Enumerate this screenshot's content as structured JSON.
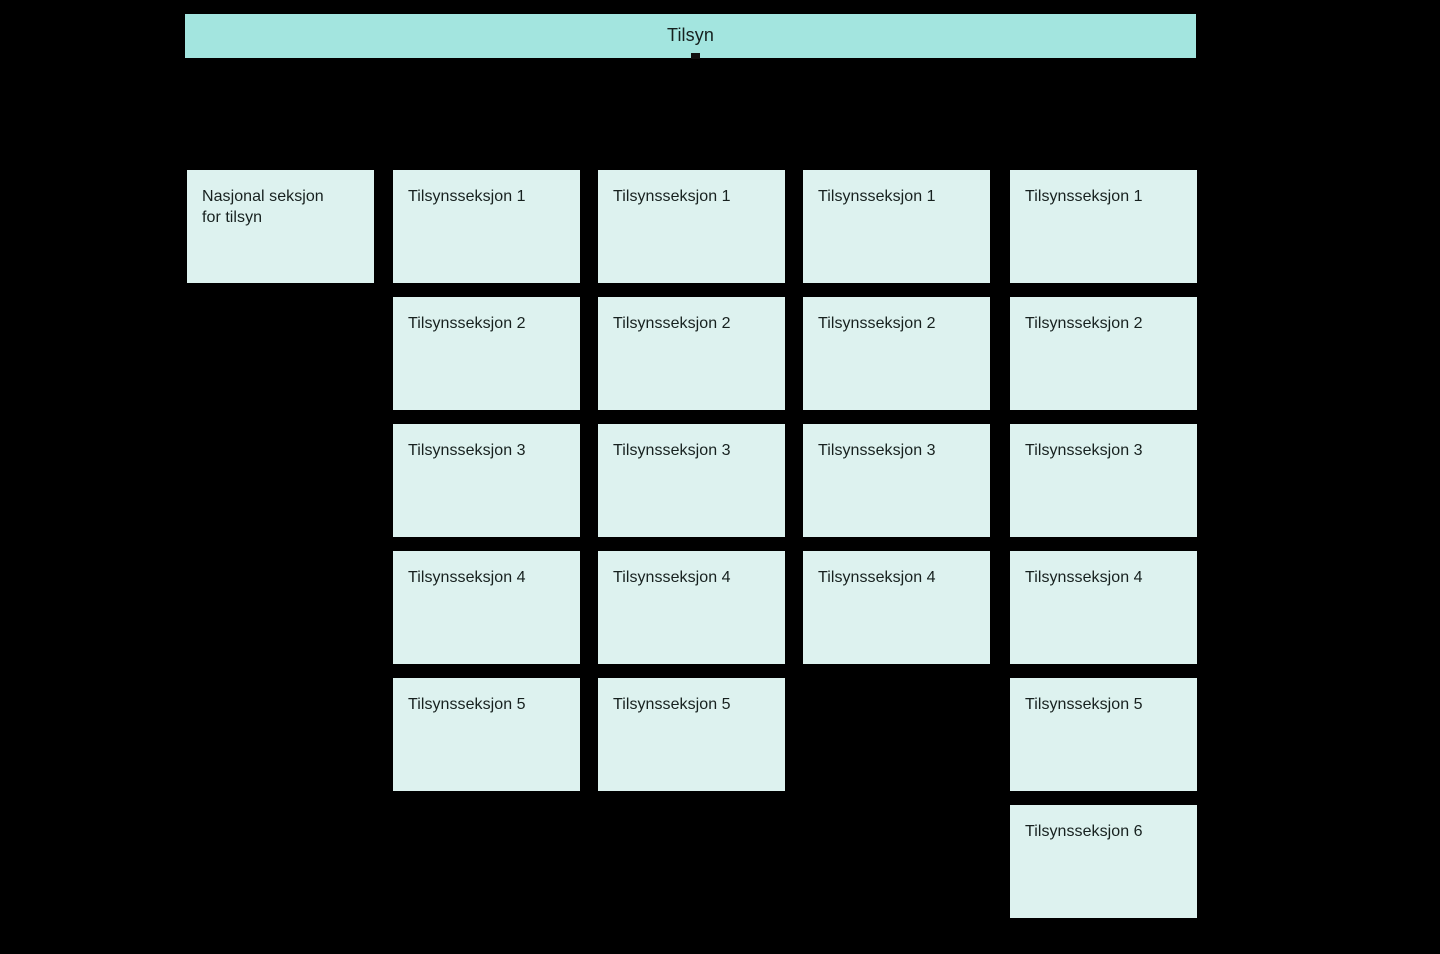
{
  "colors": {
    "background": "#000000",
    "banner_fill": "#a3e5df",
    "card_fill": "#ddf2ef",
    "text": "#17211f"
  },
  "banner": {
    "label": "Tilsyn"
  },
  "columns": [
    {
      "id": "col-1",
      "cards": [
        {
          "row": 1,
          "label": "Nasjonal seksjon\nfor tilsyn"
        }
      ]
    },
    {
      "id": "col-2",
      "cards": [
        {
          "row": 1,
          "label": "Tilsynsseksjon 1"
        },
        {
          "row": 2,
          "label": "Tilsynsseksjon 2"
        },
        {
          "row": 3,
          "label": "Tilsynsseksjon 3"
        },
        {
          "row": 4,
          "label": "Tilsynsseksjon 4"
        },
        {
          "row": 5,
          "label": "Tilsynsseksjon 5"
        }
      ]
    },
    {
      "id": "col-3",
      "cards": [
        {
          "row": 1,
          "label": "Tilsynsseksjon 1"
        },
        {
          "row": 2,
          "label": "Tilsynsseksjon 2"
        },
        {
          "row": 3,
          "label": "Tilsynsseksjon 3"
        },
        {
          "row": 4,
          "label": "Tilsynsseksjon 4"
        },
        {
          "row": 5,
          "label": "Tilsynsseksjon 5"
        }
      ]
    },
    {
      "id": "col-4",
      "cards": [
        {
          "row": 1,
          "label": "Tilsynsseksjon 1"
        },
        {
          "row": 2,
          "label": "Tilsynsseksjon 2"
        },
        {
          "row": 3,
          "label": "Tilsynsseksjon 3"
        },
        {
          "row": 4,
          "label": "Tilsynsseksjon 4"
        }
      ]
    },
    {
      "id": "col-5",
      "cards": [
        {
          "row": 1,
          "label": "Tilsynsseksjon 1"
        },
        {
          "row": 2,
          "label": "Tilsynsseksjon 2"
        },
        {
          "row": 3,
          "label": "Tilsynsseksjon 3"
        },
        {
          "row": 4,
          "label": "Tilsynsseksjon 4"
        },
        {
          "row": 5,
          "label": "Tilsynsseksjon 5"
        },
        {
          "row": 6,
          "label": "Tilsynsseksjon 6"
        }
      ]
    }
  ]
}
